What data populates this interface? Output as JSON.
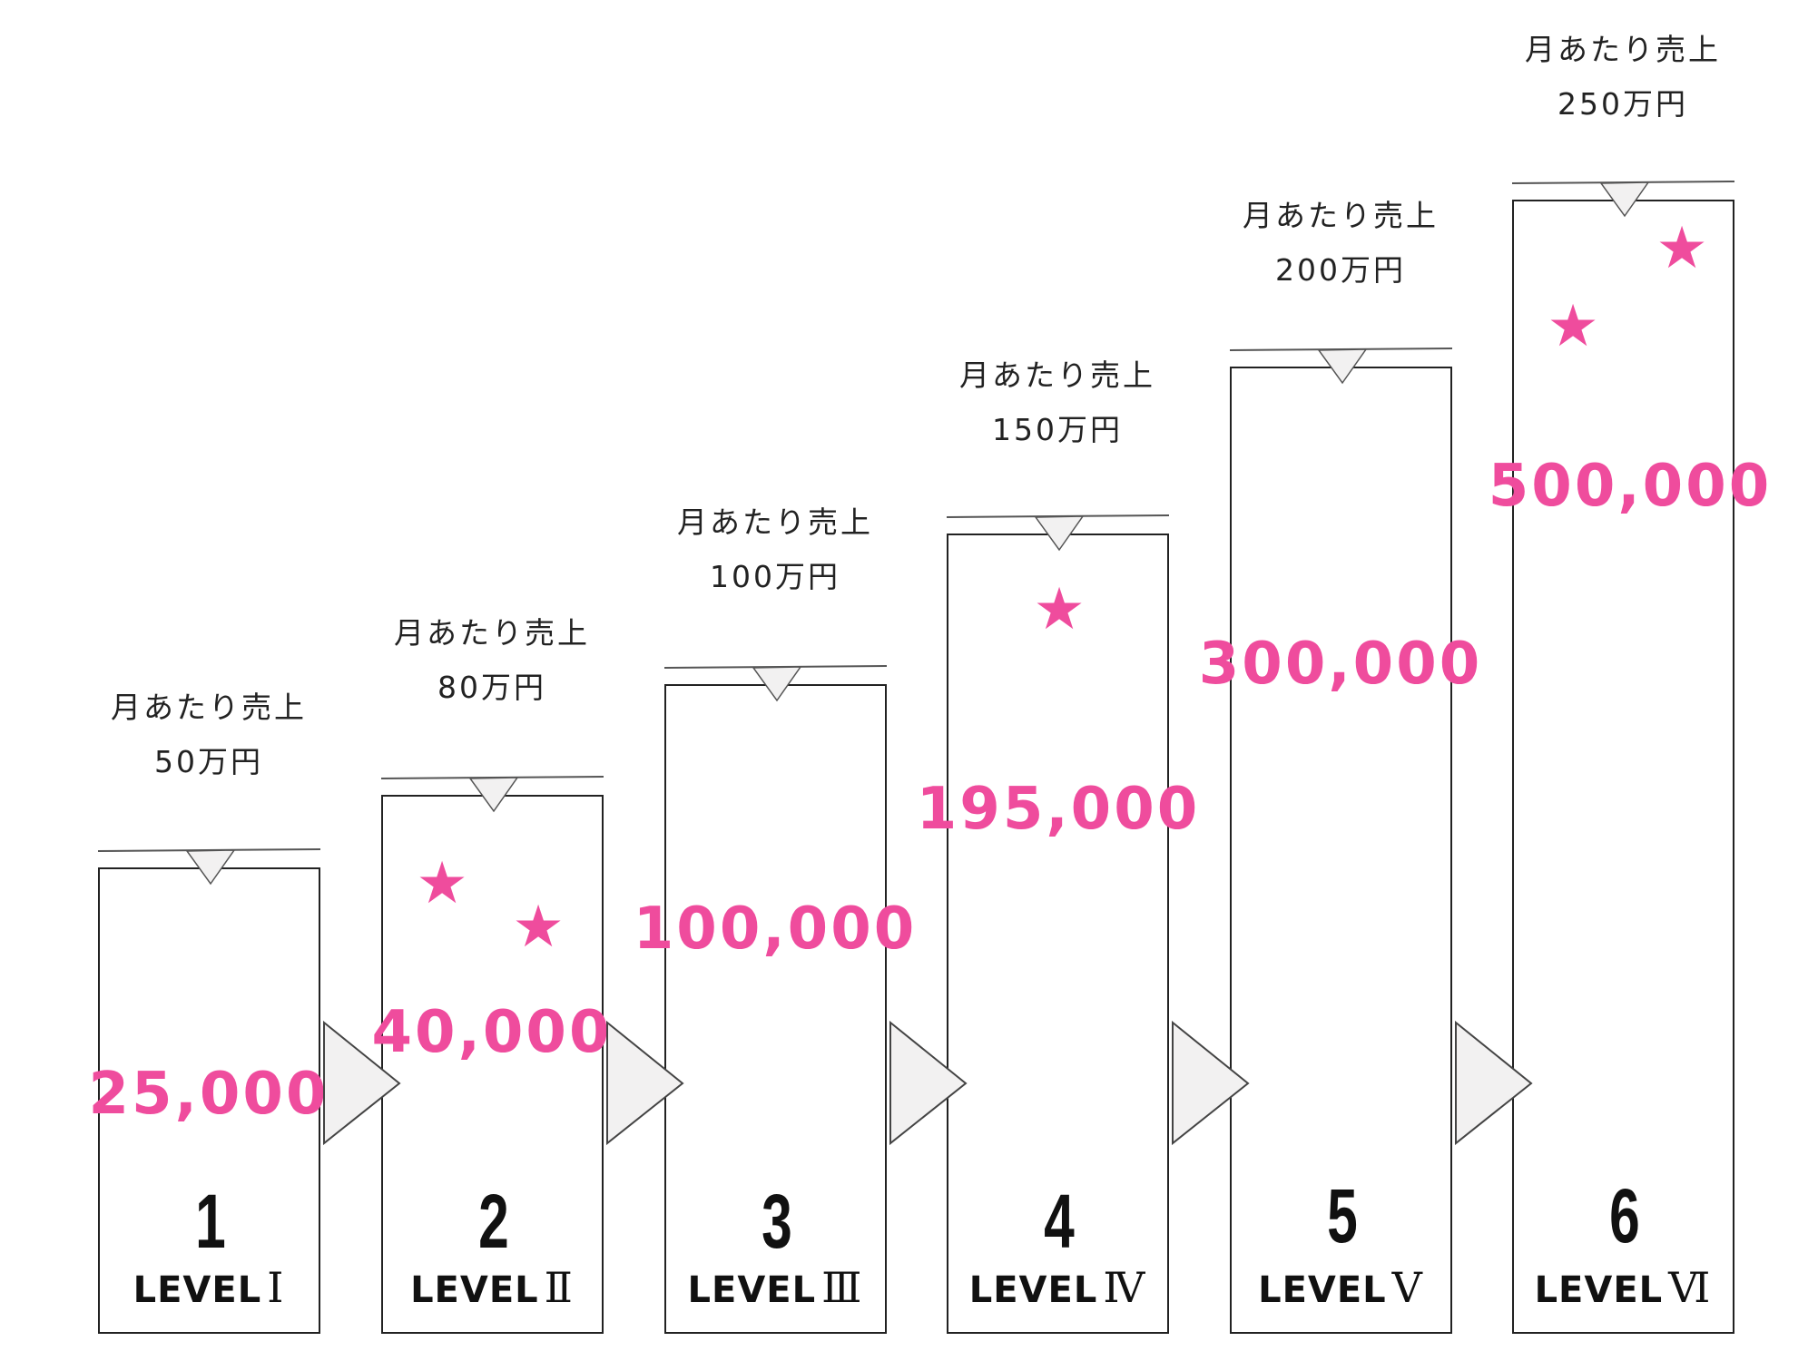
{
  "levels": [
    {
      "number": "1",
      "level_label": "LEVEL",
      "roman": "Ⅰ",
      "price": "25,000",
      "sales_label": "月あたり売上",
      "sales_amount": "50万円",
      "stars": 0
    },
    {
      "number": "2",
      "level_label": "LEVEL",
      "roman": "Ⅱ",
      "price": "40,000",
      "sales_label": "月あたり売上",
      "sales_amount": "80万円",
      "stars": 2
    },
    {
      "number": "3",
      "level_label": "LEVEL",
      "roman": "Ⅲ",
      "price": "100,000",
      "sales_label": "月あたり売上",
      "sales_amount": "100万円",
      "stars": 0
    },
    {
      "number": "4",
      "level_label": "LEVEL",
      "roman": "Ⅳ",
      "price": "195,000",
      "sales_label": "月あたり売上",
      "sales_amount": "150万円",
      "stars": 1
    },
    {
      "number": "5",
      "level_label": "LEVEL",
      "roman": "Ⅴ",
      "price": "300,000",
      "sales_label": "月あたり売上",
      "sales_amount": "200万円",
      "stars": 0
    },
    {
      "number": "6",
      "level_label": "LEVEL",
      "roman": "Ⅵ",
      "price": "500,000",
      "sales_label": "月あたり売上",
      "sales_amount": "250万円",
      "stars": 2
    }
  ],
  "colors": {
    "accent": "#ef4c9d",
    "text": "#222222",
    "arrow_fill": "#f2f1f1"
  },
  "star_glyph": "★"
}
